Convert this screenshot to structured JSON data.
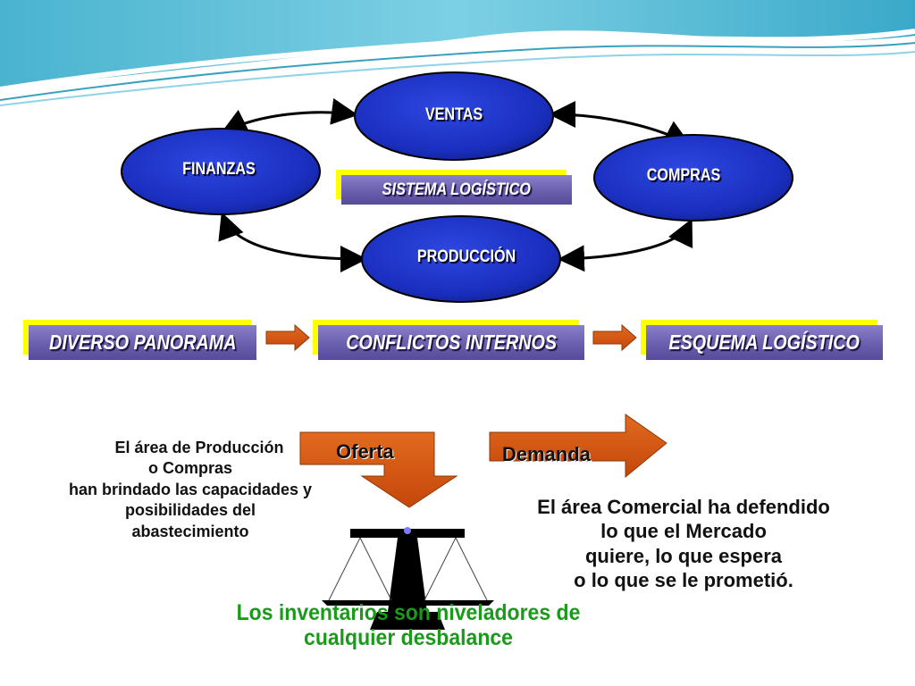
{
  "nodes": {
    "ventas": "VENTAS",
    "finanzas": "FINANZAS",
    "compras": "COMPRAS",
    "produccion": "PRODUCCIÓN"
  },
  "center_box": "SISTEMA LOGÍSTICO",
  "flow": [
    "DIVERSO PANORAMA",
    "CONFLICTOS INTERNOS",
    "ESQUEMA LOGÍSTICO"
  ],
  "oferta_label": "Oferta",
  "demanda_label": "Demanda",
  "left_text": [
    "El área de Producción",
    "o Compras",
    "han brindado las capacidades y",
    "posibilidades del",
    "abastecimiento"
  ],
  "right_text": [
    "El área Comercial ha defendido",
    "lo que el Mercado",
    "quiere, lo que espera",
    "o lo que se le prometió."
  ],
  "bottom_note": [
    "Los inventarios son niveladores de",
    "cualquier desbalance"
  ],
  "colors": {
    "ellipse_fill": "#1a2fbf",
    "box_fill": "#6a5fae",
    "box_shadow": "#ffff00",
    "arrow_fill": "#d8560f",
    "note_green": "#1a9a1a"
  }
}
